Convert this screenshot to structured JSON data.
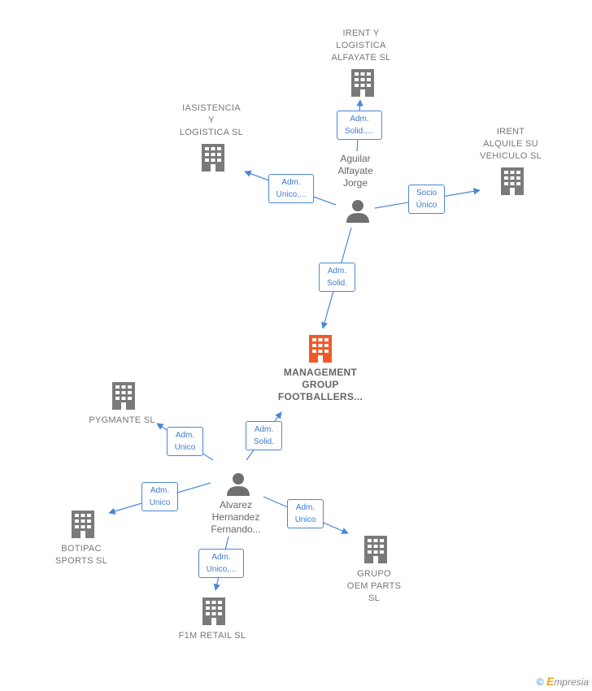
{
  "nodes": {
    "irent_logistica": [
      "IRENT Y",
      "LOGISTICA",
      "ALFAYATE  SL"
    ],
    "iasistencia": [
      "IASISTENCIA",
      "Y",
      "LOGISTICA  SL"
    ],
    "irent_alquile": [
      "IRENT",
      "ALQUILE SU",
      "VEHICULO  SL"
    ],
    "management": [
      "MANAGEMENT",
      "GROUP",
      "FOOTBALLERS..."
    ],
    "pygmante": [
      "PYGMANTE  SL"
    ],
    "botipac": [
      "BOTIPAC",
      "SPORTS  SL"
    ],
    "grupo_oem": [
      "GRUPO",
      "OEM PARTS",
      "SL"
    ],
    "f1m": [
      "F1M RETAIL  SL"
    ]
  },
  "persons": {
    "aguilar": [
      "Aguilar",
      "Alfayate",
      "Jorge"
    ],
    "alvarez": [
      "Alvarez",
      "Hernandez",
      "Fernando..."
    ]
  },
  "edges": {
    "e1": [
      "Adm.",
      "Solid.,..."
    ],
    "e2": [
      "Adm.",
      "Unico,..."
    ],
    "e3": [
      "Socio",
      "Único"
    ],
    "e4": [
      "Adm.",
      "Solid."
    ],
    "e5": [
      "Adm.",
      "Unico"
    ],
    "e6": [
      "Adm.",
      "Solid."
    ],
    "e7": [
      "Adm.",
      "Unico"
    ],
    "e8": [
      "Adm.",
      "Unico"
    ],
    "e9": [
      "Adm.",
      "Unico,..."
    ]
  },
  "colors": {
    "building": "#7a7a7a",
    "building_center": "#f05a28",
    "person": "#6f6f6f",
    "edge": "#4a87d6"
  },
  "footer": {
    "copyright": "©",
    "brand_initial": "E",
    "brand_rest": "mpresia"
  }
}
